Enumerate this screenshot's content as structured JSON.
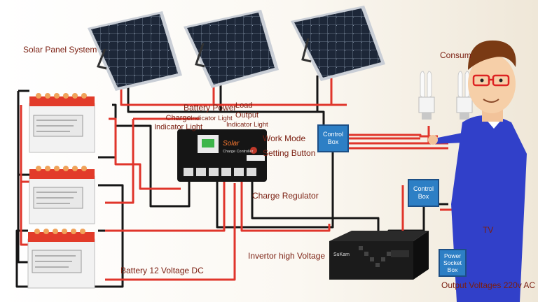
{
  "labels": {
    "solar_panel_system": "Solar Panel System",
    "battery_power": "Battery Power",
    "load_output": "Load\nOutput",
    "charge_indicator": "Charge\nIndicator Light",
    "indicator_light": "Indicator Light",
    "output_indicator": "Indicator Light",
    "work_mode": "Work Mode",
    "setting_button": "Setting Button",
    "charge_regulator": "Charge Regulator",
    "inverter": "Invertor high Voltage",
    "battery": "Battery 12 Voltage DC",
    "consumer": "Consum",
    "tv": "TV",
    "output_voltage": "Output Voltages 220v AC"
  },
  "control_box_1": "Control\nBox",
  "control_box_2": "Control\nBox",
  "power_socket_box": "Power\nSocket\nBox",
  "controller_brand": "Solar",
  "controller_subtitle": "Charge Controller",
  "inverter_brand": "SuKam",
  "colors": {
    "wire_red": "#e0352b",
    "wire_black": "#161616",
    "panel_blue": "#1b2536",
    "battery_cap": "#e23b2a",
    "control_box": "#2d7fc5",
    "label_text": "#7a1e10"
  }
}
